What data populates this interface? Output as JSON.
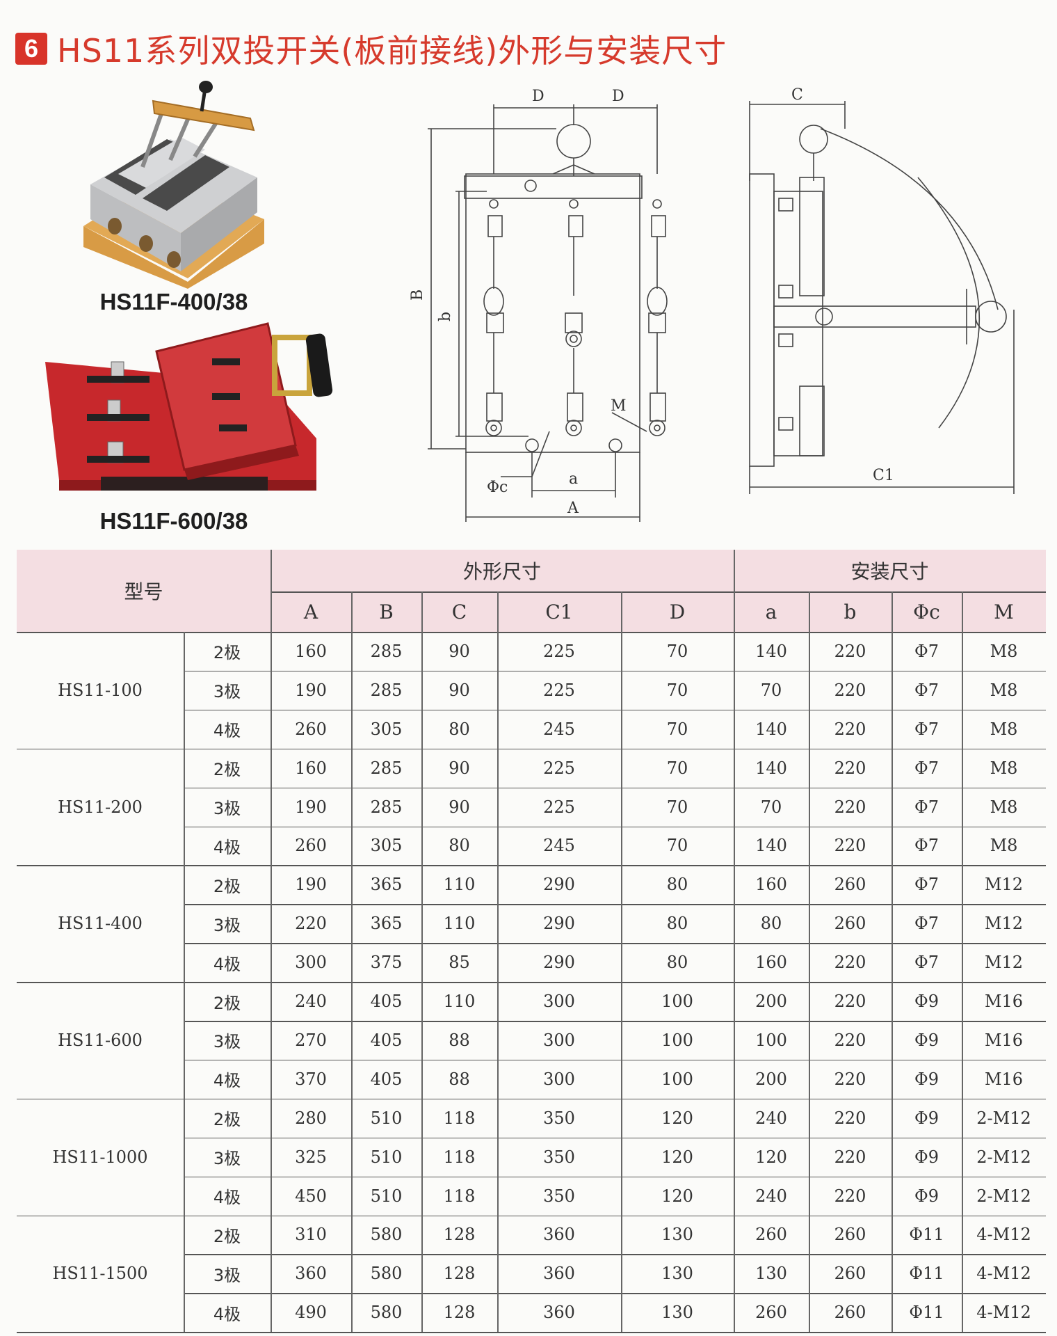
{
  "header": {
    "section_number": "6",
    "title": "HS11系列双投开关(板前接线)外形与安装尺寸"
  },
  "products": [
    {
      "caption": "HS11F-400/38"
    },
    {
      "caption": "HS11F-600/38"
    }
  ],
  "diagram_labels": {
    "D": "D",
    "B": "B",
    "b": "b",
    "M": "M",
    "phi_c": "Φc",
    "a": "a",
    "A": "A",
    "C": "C",
    "C1": "C1"
  },
  "table": {
    "model_header": "型号",
    "group_headers": {
      "outline": "外形尺寸",
      "install": "安装尺寸"
    },
    "columns": [
      "A",
      "B",
      "C",
      "C1",
      "D",
      "a",
      "b",
      "Φc",
      "M"
    ],
    "groups": [
      {
        "model": "HS11-100",
        "rows": [
          {
            "pole": "2极",
            "values": [
              "160",
              "285",
              "90",
              "225",
              "70",
              "140",
              "220",
              "Φ7",
              "M8"
            ]
          },
          {
            "pole": "3极",
            "values": [
              "190",
              "285",
              "90",
              "225",
              "70",
              "70",
              "220",
              "Φ7",
              "M8"
            ]
          },
          {
            "pole": "4极",
            "values": [
              "260",
              "305",
              "80",
              "245",
              "70",
              "140",
              "220",
              "Φ7",
              "M8"
            ]
          }
        ]
      },
      {
        "model": "HS11-200",
        "rows": [
          {
            "pole": "2极",
            "values": [
              "160",
              "285",
              "90",
              "225",
              "70",
              "140",
              "220",
              "Φ7",
              "M8"
            ]
          },
          {
            "pole": "3极",
            "values": [
              "190",
              "285",
              "90",
              "225",
              "70",
              "70",
              "220",
              "Φ7",
              "M8"
            ]
          },
          {
            "pole": "4极",
            "values": [
              "260",
              "305",
              "80",
              "245",
              "70",
              "140",
              "220",
              "Φ7",
              "M8"
            ]
          }
        ]
      },
      {
        "model": "HS11-400",
        "rows": [
          {
            "pole": "2极",
            "values": [
              "190",
              "365",
              "110",
              "290",
              "80",
              "160",
              "260",
              "Φ7",
              "M12"
            ]
          },
          {
            "pole": "3极",
            "values": [
              "220",
              "365",
              "110",
              "290",
              "80",
              "80",
              "260",
              "Φ7",
              "M12"
            ]
          },
          {
            "pole": "4极",
            "values": [
              "300",
              "375",
              "85",
              "290",
              "80",
              "160",
              "220",
              "Φ7",
              "M12"
            ]
          }
        ]
      },
      {
        "model": "HS11-600",
        "rows": [
          {
            "pole": "2极",
            "values": [
              "240",
              "405",
              "110",
              "300",
              "100",
              "200",
              "220",
              "Φ9",
              "M16"
            ]
          },
          {
            "pole": "3极",
            "values": [
              "270",
              "405",
              "88",
              "300",
              "100",
              "100",
              "220",
              "Φ9",
              "M16"
            ]
          },
          {
            "pole": "4极",
            "values": [
              "370",
              "405",
              "88",
              "300",
              "100",
              "200",
              "220",
              "Φ9",
              "M16"
            ]
          }
        ]
      },
      {
        "model": "HS11-1000",
        "rows": [
          {
            "pole": "2极",
            "values": [
              "280",
              "510",
              "118",
              "350",
              "120",
              "240",
              "220",
              "Φ9",
              "2-M12"
            ]
          },
          {
            "pole": "3极",
            "values": [
              "325",
              "510",
              "118",
              "350",
              "120",
              "120",
              "220",
              "Φ9",
              "2-M12"
            ]
          },
          {
            "pole": "4极",
            "values": [
              "450",
              "510",
              "118",
              "350",
              "120",
              "240",
              "220",
              "Φ9",
              "2-M12"
            ]
          }
        ]
      },
      {
        "model": "HS11-1500",
        "rows": [
          {
            "pole": "2极",
            "values": [
              "310",
              "580",
              "128",
              "360",
              "130",
              "260",
              "260",
              "Φ11",
              "4-M12"
            ]
          },
          {
            "pole": "3极",
            "values": [
              "360",
              "580",
              "128",
              "360",
              "130",
              "130",
              "260",
              "Φ11",
              "4-M12"
            ]
          },
          {
            "pole": "4极",
            "values": [
              "490",
              "580",
              "128",
              "360",
              "130",
              "260",
              "260",
              "Φ11",
              "4-M12"
            ]
          }
        ]
      }
    ]
  }
}
